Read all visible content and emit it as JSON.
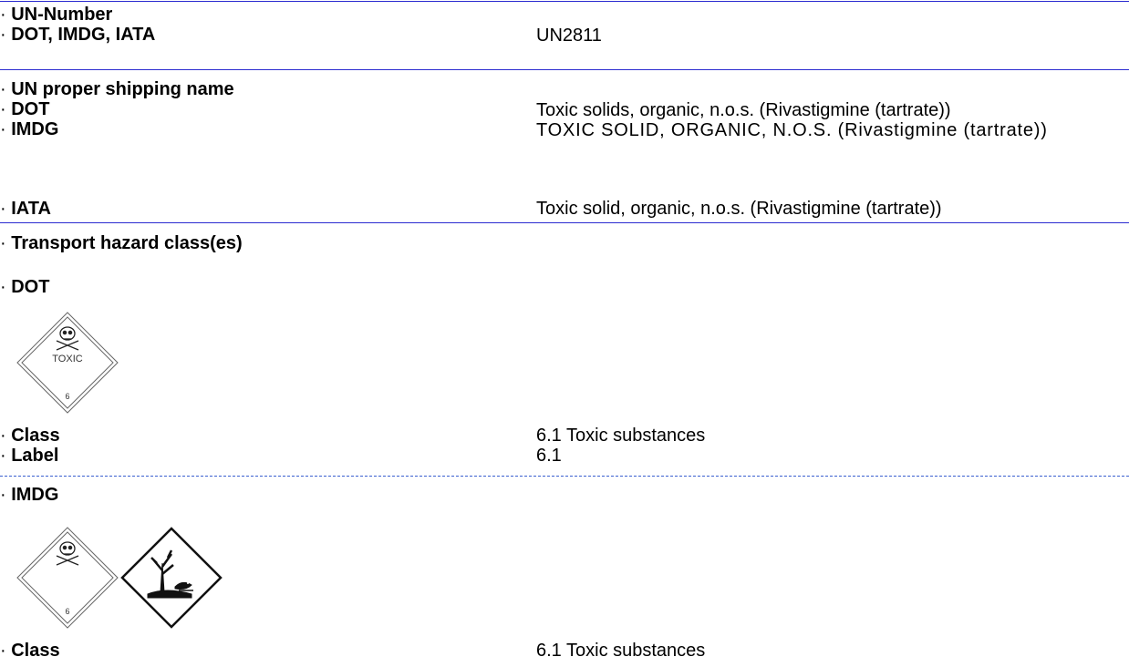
{
  "un_number": {
    "heading": "UN-Number",
    "row_label": "DOT, IMDG, IATA",
    "row_value": "UN2811"
  },
  "shipping_name": {
    "heading": "UN proper shipping name",
    "rows": [
      {
        "label": "DOT",
        "value": "Toxic solids, organic, n.o.s. (Rivastigmine (tartrate))"
      },
      {
        "label": "IMDG",
        "value": "TOXIC SOLID, ORGANIC, N.O.S. (Rivastigmine (tartrate))"
      },
      {
        "label": "IATA",
        "value": "Toxic solid, organic, n.o.s. (Rivastigmine (tartrate))"
      }
    ]
  },
  "hazard_class": {
    "heading": "Transport hazard class(es)",
    "dot": {
      "heading": "DOT",
      "placard_text": "TOXIC",
      "placard_number": "6",
      "class_label": "Class",
      "class_value": "6.1 Toxic substances",
      "label_label": "Label",
      "label_value": "6.1"
    },
    "imdg": {
      "heading": "IMDG",
      "placard_number": "6",
      "class_label": "Class",
      "class_value": "6.1 Toxic substances"
    }
  },
  "icons": [
    "skull-crossbones-icon",
    "environment-hazard-icon"
  ]
}
